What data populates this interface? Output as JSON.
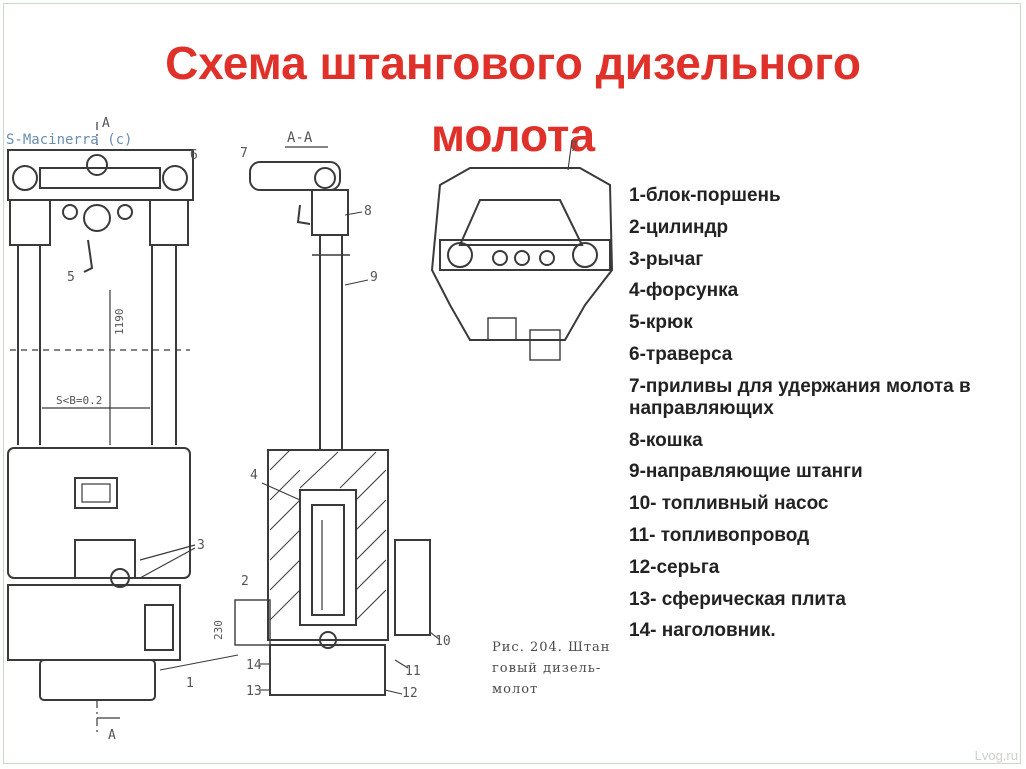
{
  "title_line1": "Схема штангового дизельного",
  "title_line2": "молота",
  "legend_items": [
    "1-блок-поршень",
    "2-цилиндр",
    "3-рычаг",
    "4-форсунка",
    "5-крюк",
    "6-траверса",
    "7-приливы для удержания молота в направляющих",
    "8-кошка",
    "9-направляющие штанги",
    "10- топливный насос",
    "11- топливопровод",
    "12-серьга",
    "13- сферическая плита",
    "14- наголовник."
  ],
  "drawing": {
    "stamp": "S-Macinerra (c)",
    "section_letter": "A",
    "section_letter_bottom": "A",
    "section_label": "А-А",
    "dim_vertical": "1190",
    "dim_horizontal": "S<B=0.2",
    "dim_height": "230",
    "callouts": [
      "1",
      "2",
      "3",
      "4",
      "5",
      "6",
      "7",
      "7",
      "8",
      "9",
      "10",
      "11",
      "12",
      "13",
      "14"
    ]
  },
  "caption": {
    "line1": "Рис. 204. Штан",
    "line2": "говый дизель-",
    "line3": "молот"
  },
  "watermark": "Lvog.ru",
  "colors": {
    "title": "#e0302a",
    "ink": "#333333",
    "text": "#222222"
  }
}
